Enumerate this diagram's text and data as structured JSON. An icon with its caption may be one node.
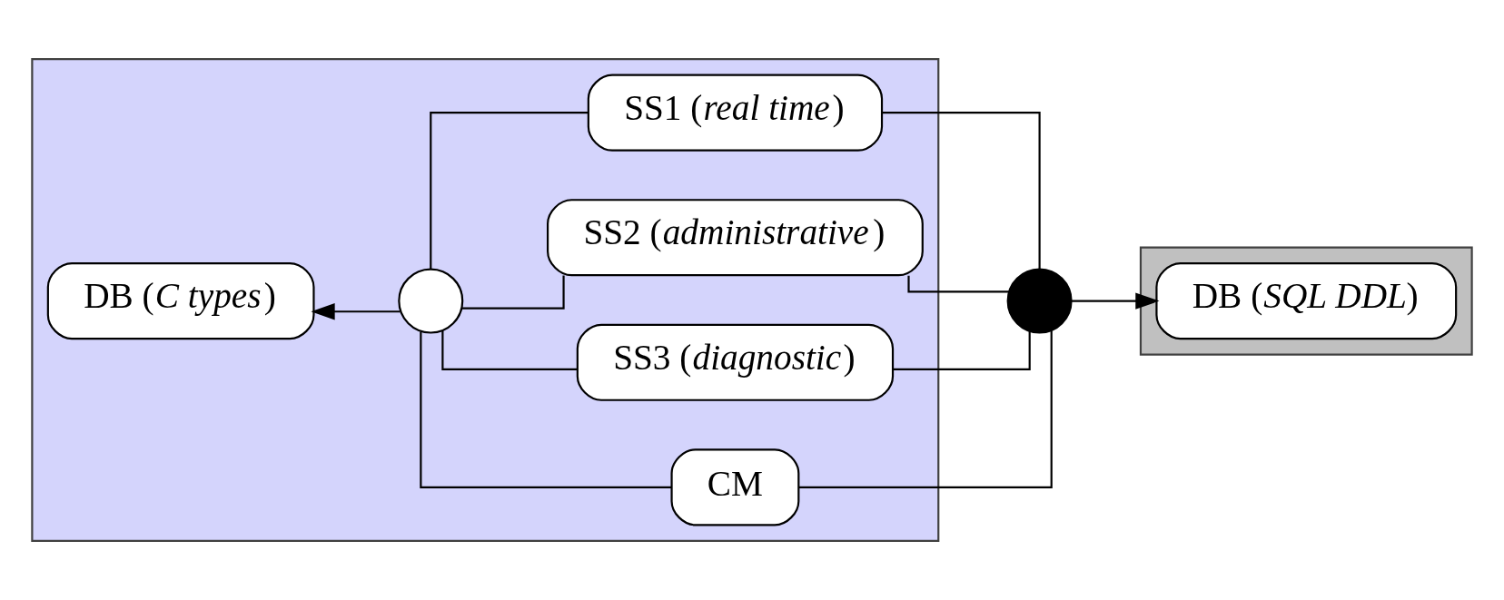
{
  "diagram": {
    "nodes": [
      {
        "text": [],
        "shape": "box"
      },
      {
        "text": [
          "DB (*C types*)"
        ],
        "in": 0
      },
      {
        "text": [],
        "shape": "circle",
        "in": 0
      },
      {
        "text": [
          "SS1 (*real time*)"
        ],
        "in": 0
      },
      {
        "text": [
          "SS2 (*administrative*)"
        ],
        "in": 0
      },
      {
        "text": [
          "SS3 (*diagnostic*)"
        ],
        "in": 0
      },
      {
        "text": [
          "CM"
        ],
        "in": 0
      },
      {
        "text": [],
        "shape": "circle"
      },
      {
        "text": [],
        "shape": "box"
      },
      {
        "text": [
          "DB (*SQL DDL*)"
        ],
        "in": 8
      }
    ],
    "edges": [
      {
        "from": 2,
        "to": 1,
        "arrow": "to"
      },
      {
        "from": 2,
        "to": 3,
        "arrow": "none"
      },
      {
        "from": 2,
        "to": 4,
        "arrow": "none"
      },
      {
        "from": 2,
        "to": 5,
        "arrow": "none"
      },
      {
        "from": 2,
        "to": 6,
        "arrow": "none"
      },
      {
        "from": 3,
        "to": 7,
        "arrow": "none"
      },
      {
        "from": 4,
        "to": 7,
        "arrow": "none"
      },
      {
        "from": 5,
        "to": 7,
        "arrow": "none"
      },
      {
        "from": 6,
        "to": 7,
        "arrow": "none"
      },
      {
        "from": 7,
        "to": 9,
        "arrow": "to"
      }
    ]
  }
}
